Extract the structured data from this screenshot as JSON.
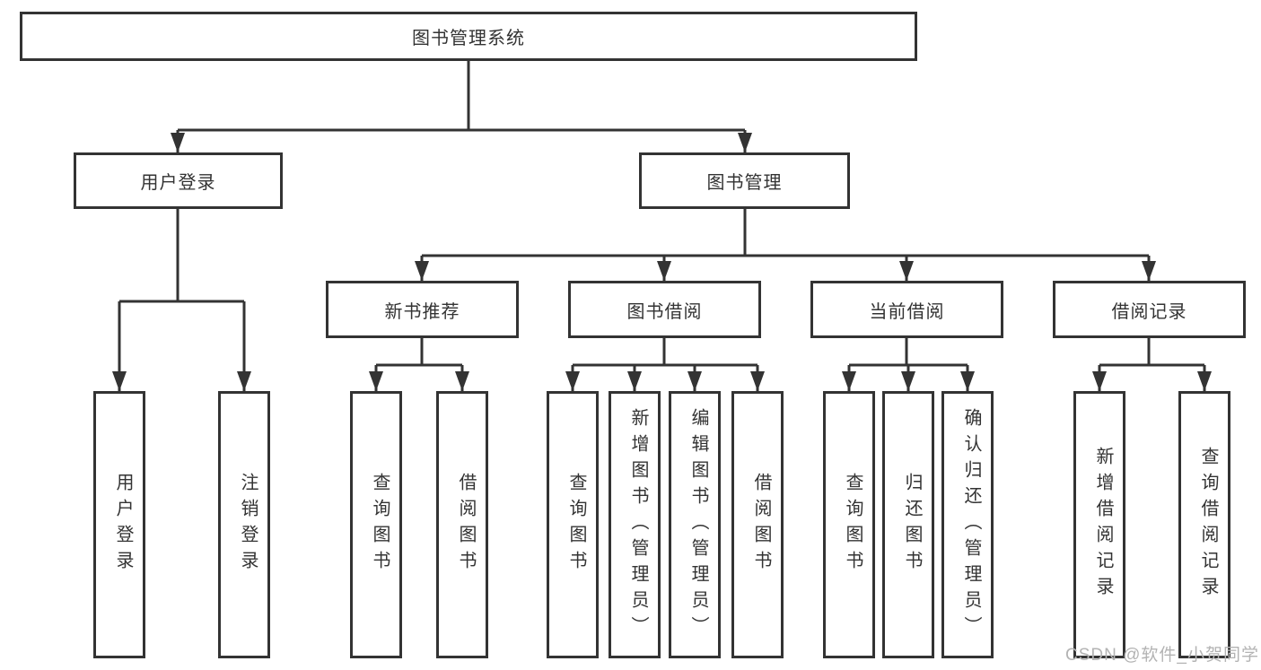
{
  "diagram": {
    "root": {
      "label": "图书管理系统"
    },
    "level2": [
      {
        "label": "用户登录"
      },
      {
        "label": "图书管理"
      }
    ],
    "level3": [
      {
        "label": "新书推荐"
      },
      {
        "label": "图书借阅"
      },
      {
        "label": "当前借阅"
      },
      {
        "label": "借阅记录"
      }
    ],
    "leaves": {
      "user_login": [
        "用户登录",
        "注销登录"
      ],
      "new_book": [
        "查询图书",
        "借阅图书"
      ],
      "book_borrow": [
        "查询图书",
        "新增图书（管理员）",
        "编辑图书（管理员）",
        "借阅图书"
      ],
      "current_borrow": [
        "查询图书",
        "归还图书",
        "确认归还（管理员）"
      ],
      "borrow_record": [
        "新增借阅记录",
        "查询借阅记录"
      ]
    },
    "watermark": "CSDN @软件_小贺同学",
    "colors": {
      "line": "#333333",
      "text": "#333333",
      "watermark": "#b3b3b3",
      "background": "#ffffff"
    }
  }
}
